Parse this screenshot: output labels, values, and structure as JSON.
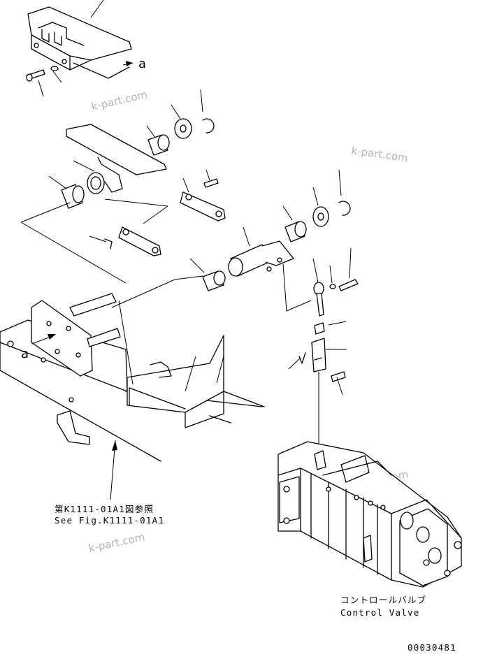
{
  "diagram": {
    "labels": {
      "ref_jp": "第K1111-01A1図参照",
      "ref_en": "See Fig.K1111-01A1",
      "valve_jp": "コントロールバルブ",
      "valve_en": "Control Valve",
      "drawing_number": "00030481",
      "marker_top": "a",
      "marker_left": "a"
    },
    "watermarks": [
      "k-part.com",
      "k-part.com",
      "k-part.com",
      "k-part.com"
    ]
  }
}
